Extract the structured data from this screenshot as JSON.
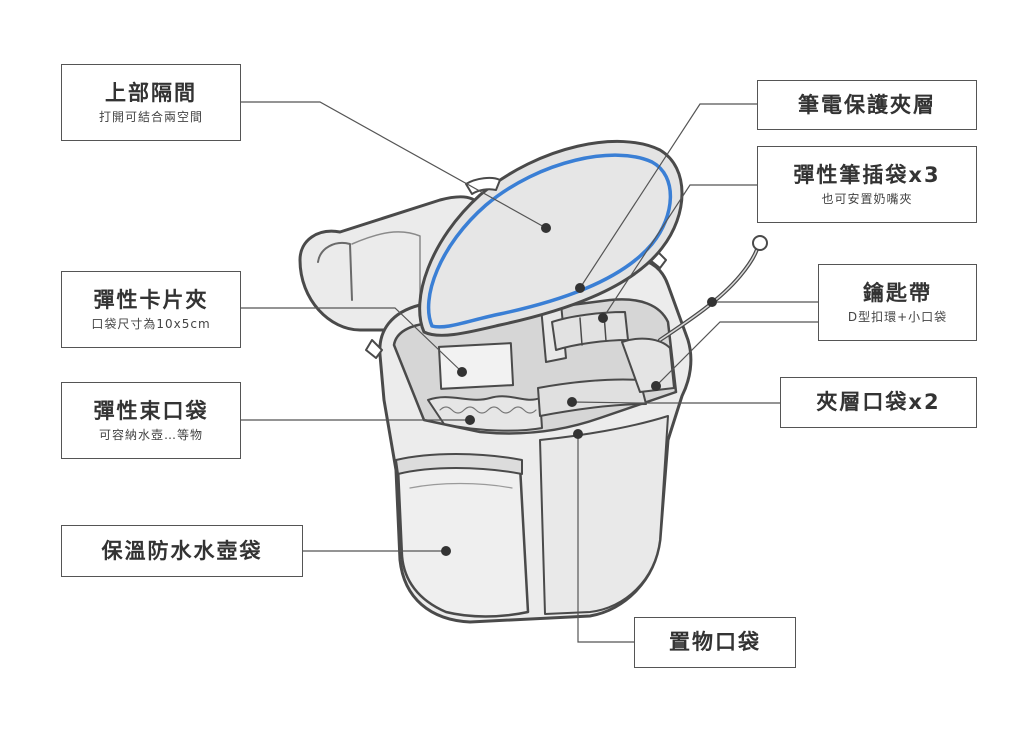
{
  "colors": {
    "outline": "#4a4a4a",
    "line": "#555555",
    "bag_fill": "#ececec",
    "bag_inner": "#d6d6d6",
    "lid_fill": "#e3e3e3",
    "accent_blue": "#3a7fd5",
    "dot": "#333333"
  },
  "labels": [
    {
      "id": "upper-compartment",
      "title": "上部隔間",
      "sub": "打開可結合兩空間"
    },
    {
      "id": "laptop-sleeve",
      "title": "筆電保護夾層",
      "sub": ""
    },
    {
      "id": "pen-slots",
      "title": "彈性筆插袋x3",
      "sub": "也可安置奶嘴夾"
    },
    {
      "id": "card-holder",
      "title": "彈性卡片夾",
      "sub": "口袋尺寸為10x5cm"
    },
    {
      "id": "key-strap",
      "title": "鑰匙帶",
      "sub": "D型扣環+小口袋"
    },
    {
      "id": "drawstring-pocket",
      "title": "彈性束口袋",
      "sub": "可容納水壺…等物"
    },
    {
      "id": "sandwich-pockets",
      "title": "夾層口袋x2",
      "sub": ""
    },
    {
      "id": "bottle-pocket",
      "title": "保溫防水水壺袋",
      "sub": ""
    },
    {
      "id": "storage-pocket",
      "title": "置物口袋",
      "sub": ""
    }
  ]
}
